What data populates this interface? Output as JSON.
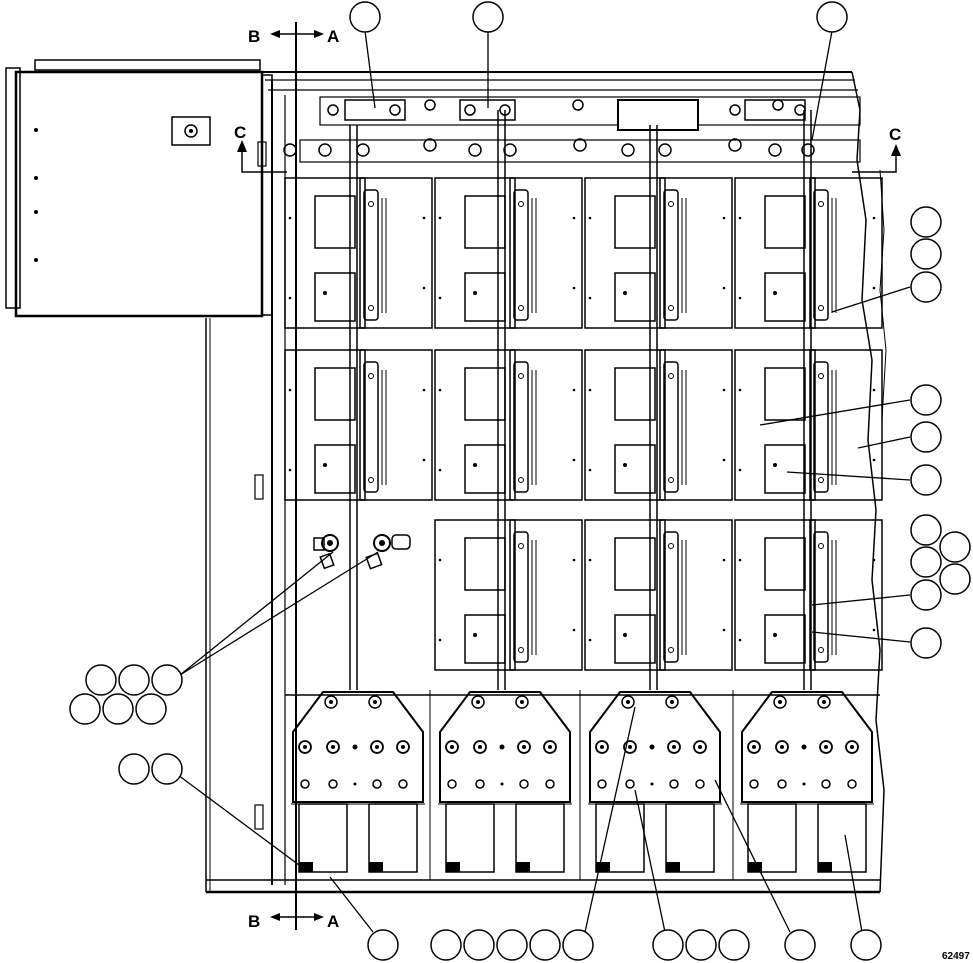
{
  "section_labels": {
    "b_top": "B",
    "a_top": "A",
    "b_bottom": "B",
    "a_bottom": "A",
    "c_left": "C",
    "c_right": "C"
  },
  "figure_number": "62497",
  "callouts": {
    "top": [
      "",
      "",
      ""
    ],
    "right": [
      "",
      "",
      "",
      "",
      "",
      "",
      "",
      "",
      "",
      "",
      "",
      ""
    ],
    "left": [
      "",
      "",
      "",
      "",
      "",
      "",
      "",
      ""
    ],
    "bottom": [
      "",
      "",
      "",
      "",
      "",
      "",
      "",
      "",
      "",
      "",
      "",
      ""
    ]
  }
}
